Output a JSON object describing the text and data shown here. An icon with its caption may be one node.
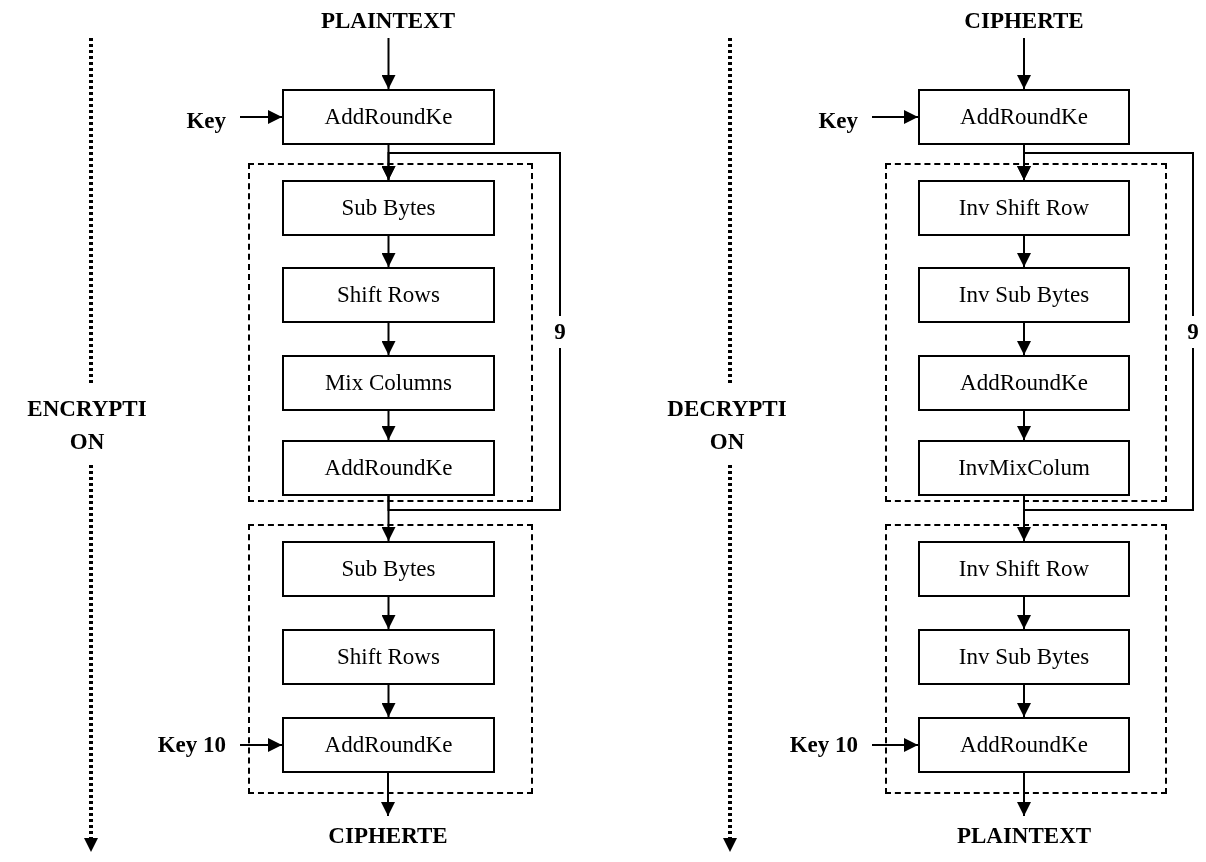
{
  "diagram": {
    "nodes": [
      {
        "text": [
          "PLAINTEXT"
        ]
      },
      {
        "text": [
          "Key"
        ]
      },
      {
        "text": [
          "AddRoundKe"
        ]
      },
      {
        "text": [],
        "shape": "box"
      },
      {
        "text": [
          "Sub Bytes"
        ],
        "in": 3
      },
      {
        "text": [
          "Shift Rows"
        ],
        "in": 3
      },
      {
        "text": [
          "Mix Columns"
        ],
        "in": 3
      },
      {
        "text": [
          "AddRoundKe"
        ],
        "in": 3
      },
      {
        "text": [],
        "shape": "box"
      },
      {
        "text": [
          "Sub Bytes"
        ],
        "in": 8
      },
      {
        "text": [
          "Shift Rows"
        ],
        "in": 8
      },
      {
        "text": [
          "Key 10"
        ]
      },
      {
        "text": [
          "AddRoundKe"
        ],
        "in": 8
      },
      {
        "text": [
          "CIPHERTE"
        ]
      },
      {
        "text": [
          "CIPHERTE"
        ]
      },
      {
        "text": [
          "Key"
        ]
      },
      {
        "text": [
          "AddRoundKe"
        ]
      },
      {
        "text": [],
        "shape": "box"
      },
      {
        "text": [
          "Inv Shift Row"
        ],
        "in": 17
      },
      {
        "text": [
          "Inv Sub Bytes"
        ],
        "in": 17
      },
      {
        "text": [
          "AddRoundKe"
        ],
        "in": 17
      },
      {
        "text": [
          "InvMixColum"
        ],
        "in": 17
      },
      {
        "text": [],
        "shape": "box"
      },
      {
        "text": [
          "Inv Shift Row"
        ],
        "in": 22
      },
      {
        "text": [
          "Inv Sub Bytes"
        ],
        "in": 22
      },
      {
        "text": [
          "Key 10"
        ]
      },
      {
        "text": [
          "AddRoundKe"
        ],
        "in": 22
      },
      {
        "text": [
          "PLAINTEXT"
        ]
      }
    ],
    "edges": [
      {
        "from": 0,
        "to": 2,
        "arrow": "to"
      },
      {
        "from": 1,
        "to": 2,
        "arrow": "to"
      },
      {
        "from": 2,
        "to": 4,
        "arrow": "to"
      },
      {
        "from": 4,
        "to": 5,
        "arrow": "to"
      },
      {
        "from": 5,
        "to": 6,
        "arrow": "to"
      },
      {
        "from": 6,
        "to": 7,
        "arrow": "to"
      },
      {
        "from": 7,
        "to": 9,
        "arrow": "to"
      },
      {
        "from": 7,
        "to": 4,
        "arrow": "to",
        "label": "9"
      },
      {
        "from": 9,
        "to": 10,
        "arrow": "to"
      },
      {
        "from": 10,
        "to": 12,
        "arrow": "to"
      },
      {
        "from": 11,
        "to": 12,
        "arrow": "to"
      },
      {
        "from": 12,
        "to": 13,
        "arrow": "to"
      },
      {
        "from": 14,
        "to": 16,
        "arrow": "to"
      },
      {
        "from": 15,
        "to": 16,
        "arrow": "to"
      },
      {
        "from": 16,
        "to": 18,
        "arrow": "to"
      },
      {
        "from": 18,
        "to": 19,
        "arrow": "to"
      },
      {
        "from": 19,
        "to": 20,
        "arrow": "to"
      },
      {
        "from": 20,
        "to": 21,
        "arrow": "to"
      },
      {
        "from": 21,
        "to": 23,
        "arrow": "to"
      },
      {
        "from": 21,
        "to": 18,
        "arrow": "to",
        "label": "9"
      },
      {
        "from": 23,
        "to": 24,
        "arrow": "to"
      },
      {
        "from": 24,
        "to": 26,
        "arrow": "to"
      },
      {
        "from": 25,
        "to": 26,
        "arrow": "to"
      },
      {
        "from": 26,
        "to": 27,
        "arrow": "to"
      }
    ],
    "labels": [
      "ENCRYPTI ON",
      "DECRYPTI ON"
    ]
  }
}
